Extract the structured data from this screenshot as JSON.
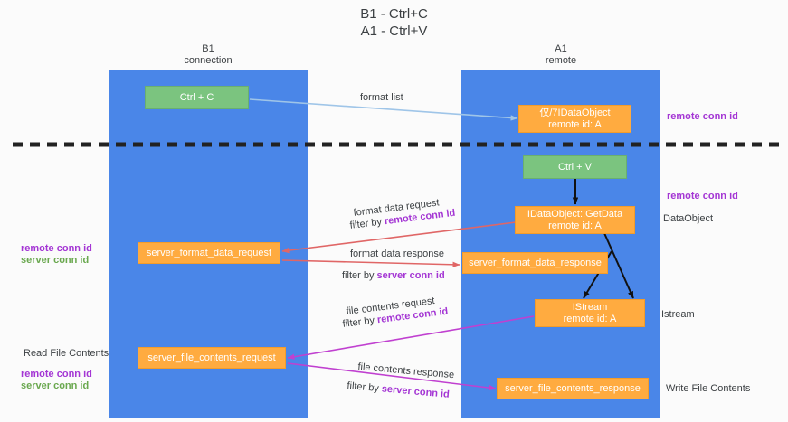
{
  "title": "B1 - Ctrl+C\nA1 - Ctrl+V",
  "lanes": [
    {
      "name": "b1",
      "header": "B1\nconnection"
    },
    {
      "name": "a1",
      "header": "A1\nremote"
    }
  ],
  "nodes": {
    "ctrl_c": "Ctrl + C",
    "idataobject": "仅/7IDataObject\nremote id: A",
    "ctrl_v": "Ctrl + V",
    "getdata": "IDataObject::GetData\nremote id: A",
    "server_format_data_request": "server_format_data_request",
    "server_format_data_response": "server_format_data_response",
    "istream": "IStream\nremote id: A",
    "server_file_contents_request": "server_file_contents_request",
    "server_file_contents_response": "server_file_contents_response"
  },
  "edge_labels": {
    "format_list": "format list",
    "format_data_request": "format data request",
    "filter_by_remote_1_plain": "filter by ",
    "filter_by_remote_1_key": "remote conn id",
    "format_data_response": "format data response",
    "filter_by_server_1_plain": "filter by ",
    "filter_by_server_1_key": "server conn id",
    "file_contents_request": "file contents request",
    "filter_by_remote_2_plain": "filter by ",
    "filter_by_remote_2_key": "remote conn id",
    "file_contents_response": "file contents response",
    "filter_by_server_2_plain": "filter by ",
    "filter_by_server_2_key": "server conn id"
  },
  "side_labels": {
    "right_remote_top": "remote conn id",
    "right_remote_mid": "remote conn id",
    "right_dataobject": "DataObject",
    "right_istream": "Istream",
    "right_write_file_contents": "Write File Contents",
    "left_remote_conn_id": "remote conn id",
    "left_server_conn_id": "server conn id",
    "left_read_file_contents": "Read File Contents",
    "left_remote_conn_id_2": "remote conn id",
    "left_server_conn_id_2": "server conn id"
  },
  "colors": {
    "lane": "#4a86e8",
    "green_box": "#7bc47f",
    "orange_box": "#ffab40",
    "purple_text": "#a436d4",
    "green_text": "#6aa84f",
    "red_arrow": "#e06666",
    "magenta_arrow": "#c040d0",
    "blue_arrow": "#9fc5e8",
    "black_arrow": "#000000",
    "background": "#fbfbfb",
    "body_text": "#3c4043"
  }
}
